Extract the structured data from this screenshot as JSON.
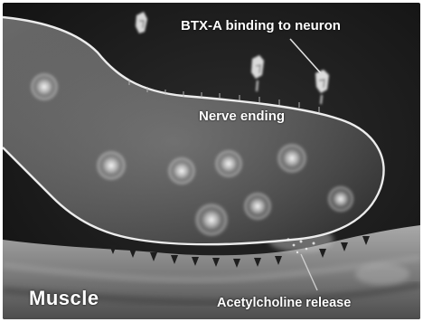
{
  "labels": {
    "btx_binding": "BTX-A binding to neuron",
    "nerve_ending": "Nerve ending",
    "muscle": "Muscle",
    "acetylcholine_release": "Acetylcholine release"
  },
  "colors": {
    "background": "#1b1b1b",
    "nerve_membrane": "#e8e8e8",
    "vesicle_glow": "#ffffff",
    "muscle_tissue": "#9a9a9a",
    "label_text": "#ffffff"
  }
}
